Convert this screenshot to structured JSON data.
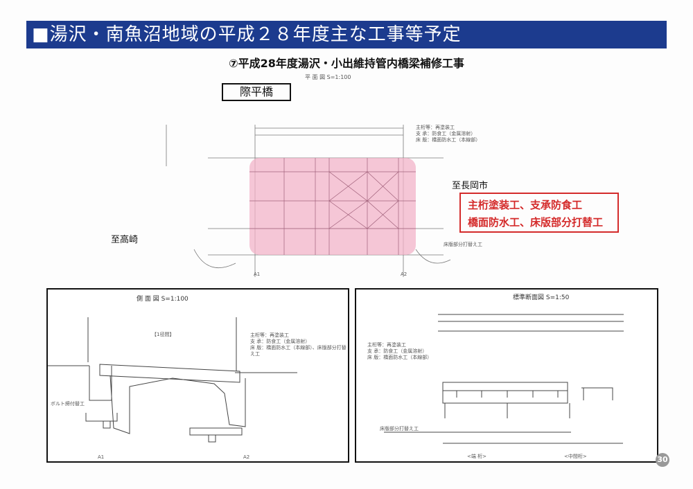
{
  "header": {
    "title": "■湯沢・南魚沼地域の平成２８年度主な工事等予定"
  },
  "subtitle": "⑦平成28年度湯沢・小出維持管内橋梁補修工事",
  "plan": {
    "caption": "平 面 図 S=1:100",
    "bridge_name": "際平橋",
    "to_right": "至長岡市",
    "to_left": "至高崎",
    "works": [
      "主桁塗装工、支承防食工",
      "橋面防水工、床版部分打替工"
    ],
    "notes": [
      "主桁等：再塗装工",
      "支 承：防食工（金属溶射）",
      "床 版：橋面防水工（本線部）"
    ],
    "slab_label": "床版部分打替え工",
    "a1": "A1",
    "a2": "A2"
  },
  "side": {
    "caption": "側 面 図 S=1:100",
    "span": "【1径間】",
    "bolt": "ボルト締付替工",
    "notes": [
      "主桁等：再塗装工",
      "支 承：防食工（金属溶射）",
      "床 版：橋面防水工（本線部）、床版部分打替え工"
    ],
    "a1": "A1",
    "a2": "A2"
  },
  "section": {
    "caption": "標準断面図 S=1:50",
    "notes": [
      "主桁等：再塗装工",
      "支 承：防食工（金属溶射）",
      "床 版：橋面防水工（本線部）"
    ],
    "slab_label": "床版部分打替え工",
    "end": "<端 桁>",
    "middle": "<中間桁>"
  },
  "page_number": "30",
  "colors": {
    "header": "#1c3b8e",
    "highlight": "#f2b3c8",
    "red": "#d42a2a"
  }
}
